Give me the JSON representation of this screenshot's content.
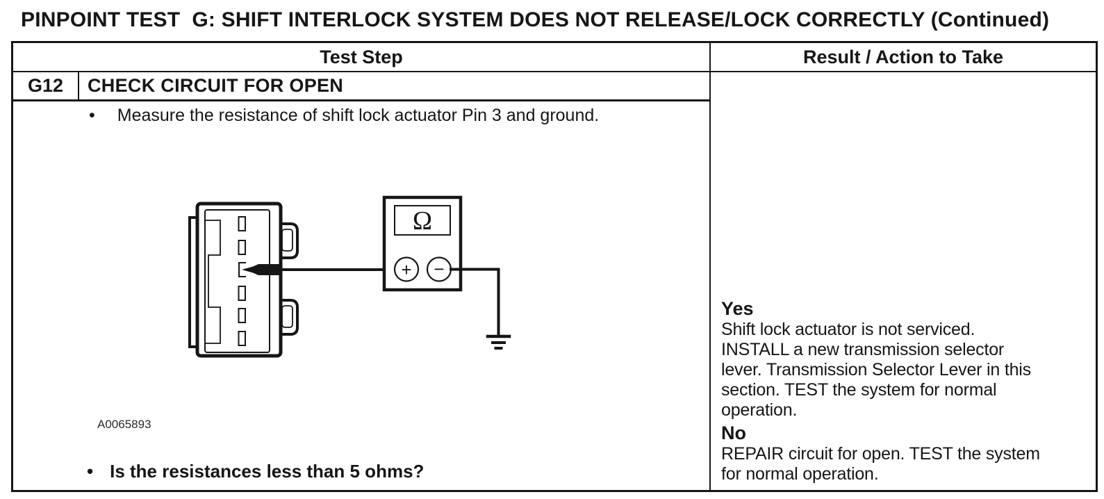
{
  "page": {
    "title": "PINPOINT TEST  G: SHIFT INTERLOCK SYSTEM DOES NOT RELEASE/LOCK CORRECTLY (Continued)"
  },
  "table": {
    "headers": {
      "test_step": "Test Step",
      "result": "Result / Action to Take"
    },
    "step": {
      "id": "G12",
      "name": "CHECK CIRCUIT FOR OPEN",
      "bullet": "•",
      "instruction": "Measure the resistance of shift lock actuator Pin 3 and ground.",
      "figure_label": "A0065893",
      "question": "Is the resistances less than 5 ohms?"
    },
    "result": {
      "yes_label": "Yes",
      "yes_action": "Shift lock actuator is not serviced.\nINSTALL a new transmission selector\nlever. Transmission Selector Lever in this\nsection. TEST the system for normal\noperation.",
      "no_label": "No",
      "no_action": "REPAIR circuit for open. TEST the system\nfor normal operation."
    }
  },
  "figure": {
    "ohm_symbol": "Ω",
    "plus_symbol": "+",
    "minus_symbol": "−"
  },
  "colors": {
    "ink": "#161616",
    "paper": "#ffffff"
  }
}
